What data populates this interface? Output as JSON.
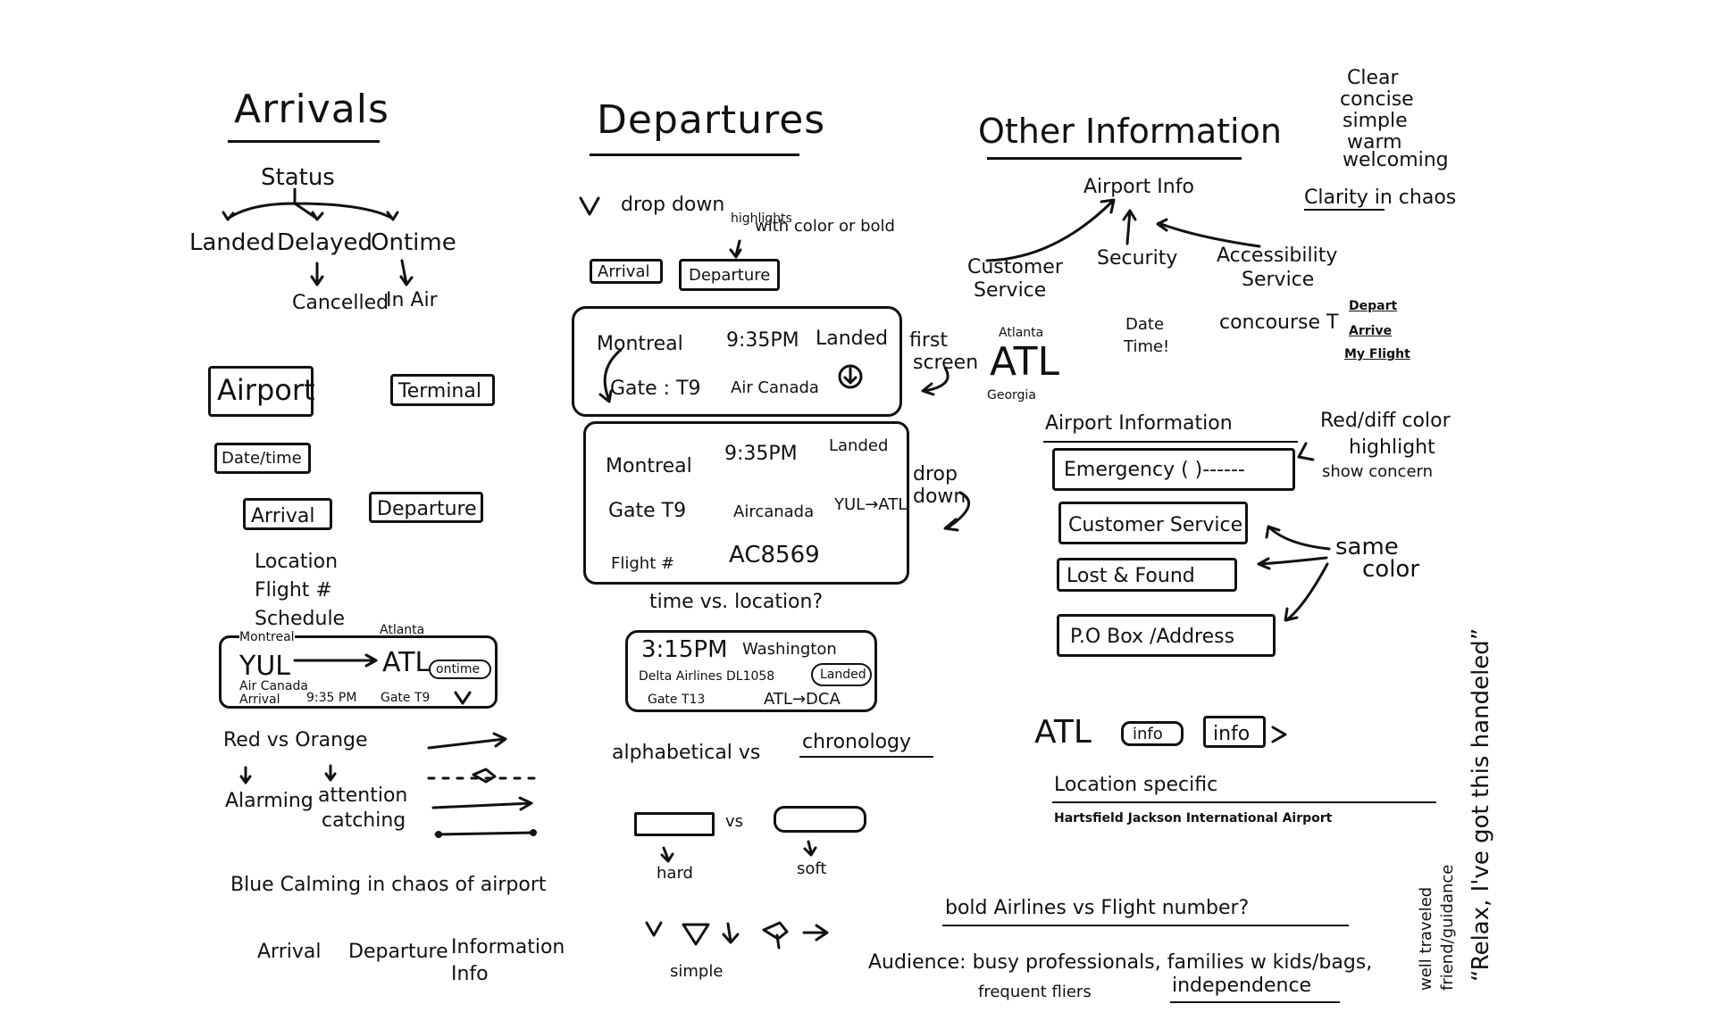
{
  "arrivals": {
    "title": "Arrivals",
    "status": "Status",
    "landed": "Landed",
    "delayed": "Delayed",
    "ontime": "Ontime",
    "cancelled": "Cancelled",
    "inair": "In Air",
    "airport_box": "Airport",
    "terminal_box": "Terminal",
    "datetime_box": "Date/time",
    "arrival_box": "Arrival",
    "departure_box": "Departure",
    "location": "Location",
    "flight_num": "Flight #",
    "schedule": "Schedule",
    "card": {
      "from_city": "Montreal",
      "from_code": "YUL",
      "to_city": "Atlanta",
      "to_code": "ATL",
      "ontime": "ontime",
      "airline": "Air Canada",
      "arrival": "Arrival",
      "time": "9:35 PM",
      "gate": "Gate T9"
    },
    "red_vs_orange": "Red vs Orange",
    "alarming": "Alarming",
    "attention": "attention",
    "catching": "catching",
    "blue_calming": "Blue Calming in chaos of airport",
    "nav_arrival": "Arrival",
    "nav_departure": "Departure",
    "nav_information": "Information",
    "nav_info": "Info"
  },
  "departures": {
    "title": "Departures",
    "dropdown": "drop down",
    "highlight1": "highlights",
    "highlight2": "with color or bold",
    "arrival_tab": "Arrival",
    "departure_tab": "Departure",
    "card1": {
      "city": "Montreal",
      "time": "9:35PM",
      "status": "Landed",
      "gate": "Gate : T9",
      "airline": "Air Canada"
    },
    "first_screen1": "first",
    "first_screen2": "screen",
    "card2": {
      "city": "Montreal",
      "time": "9:35PM",
      "status": "Landed",
      "gate": "Gate T9",
      "airline": "Aircanada",
      "route": "YUL→ATL",
      "flight_label": "Flight #",
      "flight": "AC8569"
    },
    "drop1": "drop",
    "drop2": "down",
    "time_vs_location": "time vs. location?",
    "card3": {
      "time": "3:15PM",
      "city": "Washington",
      "airline": "Delta Airlines",
      "flight": "DL1058",
      "status": "Landed",
      "gate": "Gate T13",
      "route": "ATL→DCA"
    },
    "alpha": "alphabetical vs",
    "chrono": "chronology",
    "vs": "vs",
    "hard": "hard",
    "soft": "soft",
    "simple": "simple"
  },
  "other": {
    "title": "Other Information",
    "airport_info": "Airport Info",
    "customer1": "Customer",
    "customer2": "Service",
    "security": "Security",
    "access1": "Accessibility",
    "access2": "Service",
    "atlanta": "Atlanta",
    "atl_big": "ATL",
    "georgia": "Georgia",
    "date1": "Date",
    "date2": "Time!",
    "concourse": "concourse T",
    "depart": "Depart",
    "arrive": "Arrive",
    "myflight": "My Flight",
    "airport_information": "Airport Information",
    "emergency": "Emergency ( )------",
    "red_diff1": "Red/diff color",
    "red_diff2": "highlight",
    "red_diff3": "show concern",
    "customer_service": "Customer Service",
    "lost_found": "Lost & Found",
    "po_box": "P.O Box /Address",
    "same1": "same",
    "same2": "color",
    "atl_small": "ATL",
    "info1": "info",
    "info2": "info",
    "location_specific": "Location specific",
    "hartsfield": "Hartsfield Jackson International Airport",
    "bold_airlines": "bold Airlines vs Flight number?",
    "audience1": "Audience: busy professionals, families w kids/bags,",
    "audience2": "frequent fliers",
    "independence": "independence"
  },
  "corner": {
    "l1": "Clear",
    "l2": "concise",
    "l3": "simple",
    "l4": "warm",
    "l5": "welcoming",
    "clarity": "Clarity in chaos"
  },
  "vertical": {
    "well1": "well traveled",
    "well2": "friend/guidance",
    "relax": "“Relax, I've got this handeled”"
  }
}
